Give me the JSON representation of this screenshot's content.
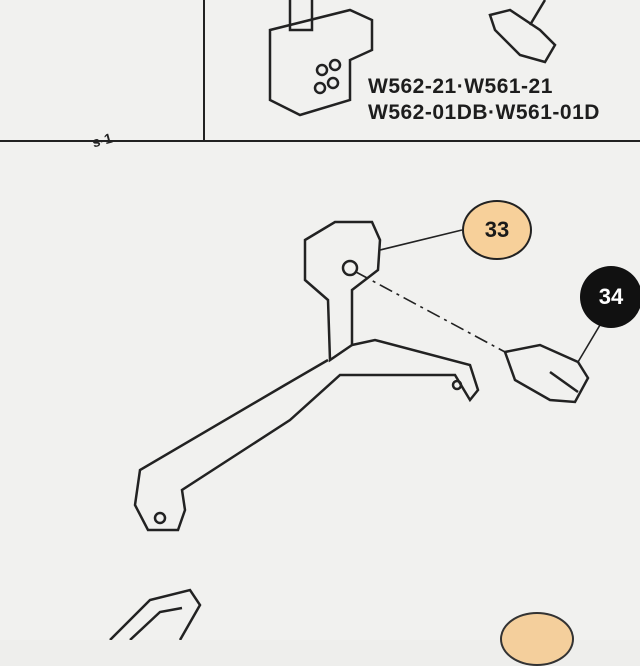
{
  "diagram": {
    "model_labels": [
      "W562-21·W561-21",
      "W562-01DB·W561-01D"
    ],
    "callouts": [
      {
        "number": "33",
        "style": "orange-fill",
        "part": "bracket"
      },
      {
        "number": "34",
        "style": "black-fill",
        "part": "screw"
      }
    ],
    "scribble": "s-1"
  }
}
